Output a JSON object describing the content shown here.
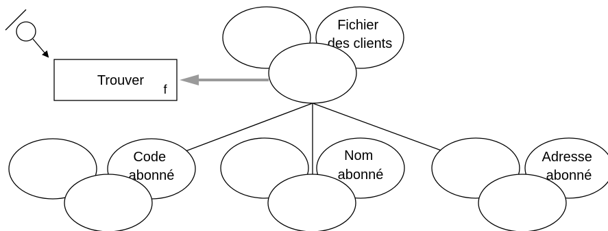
{
  "diagram": {
    "action_box": {
      "label": "Trouver",
      "sub_label": "f"
    },
    "root_object": {
      "label_lines": [
        "Fichier",
        "des clients"
      ]
    },
    "attributes": [
      {
        "label_lines": [
          "Code",
          "abonné"
        ]
      },
      {
        "label_lines": [
          "Nom",
          "abonné"
        ]
      },
      {
        "label_lines": [
          "Adresse",
          "abonné"
        ]
      }
    ],
    "colors": {
      "stroke": "#000000",
      "arrow": "#9a9a9a",
      "background": "#ffffff"
    }
  }
}
